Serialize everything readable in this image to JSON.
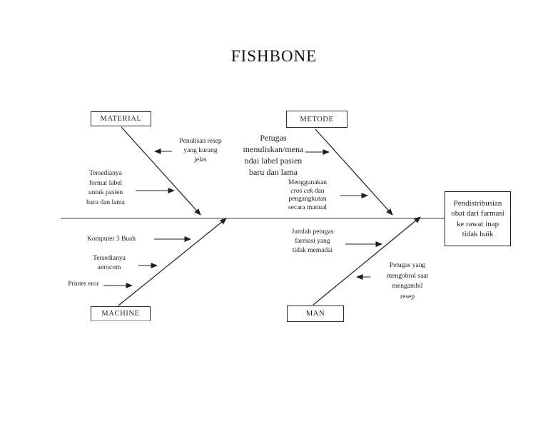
{
  "title": "FISHBONE",
  "effect": {
    "text": "Pendistribusian\nobat dari farmasi\nke rawat inap\ntidak baik"
  },
  "categories": {
    "material": {
      "label": "MATERIAL"
    },
    "metode": {
      "label": "METODE"
    },
    "machine": {
      "label": "MACHINE"
    },
    "man": {
      "label": "MAN"
    }
  },
  "causes": {
    "material": {
      "penulisan": "Penulisan resep\nyang kurang\njelas",
      "format_label": "Tersedianya\nformat  label\nuntuk pasien\nbaru dan lama"
    },
    "metode": {
      "petugas_menandai": "Petugas\nmenuliskan/mena\nndai label pasien\nbaru dan lama",
      "menggunakan": {
        "pre": "Menggunakan\n",
        "italic": "cros cek",
        "post": " dan\npengangkutan\nsecara manual"
      }
    },
    "machine": {
      "komputer": "Komputer 3 Buah",
      "aerocom": "Tersedianya\naerocom",
      "printer": "Printer eror"
    },
    "man": {
      "jumlah": "Jumlah petugas\nfarmasi  yang\ntidak memadai",
      "mengobrol": "Petugas yang\nmengobrol saat\nmengambil\nresep"
    }
  },
  "colors": {
    "line": "#1f1f1f",
    "spine": "#9a9a9a",
    "text": "#222222"
  }
}
